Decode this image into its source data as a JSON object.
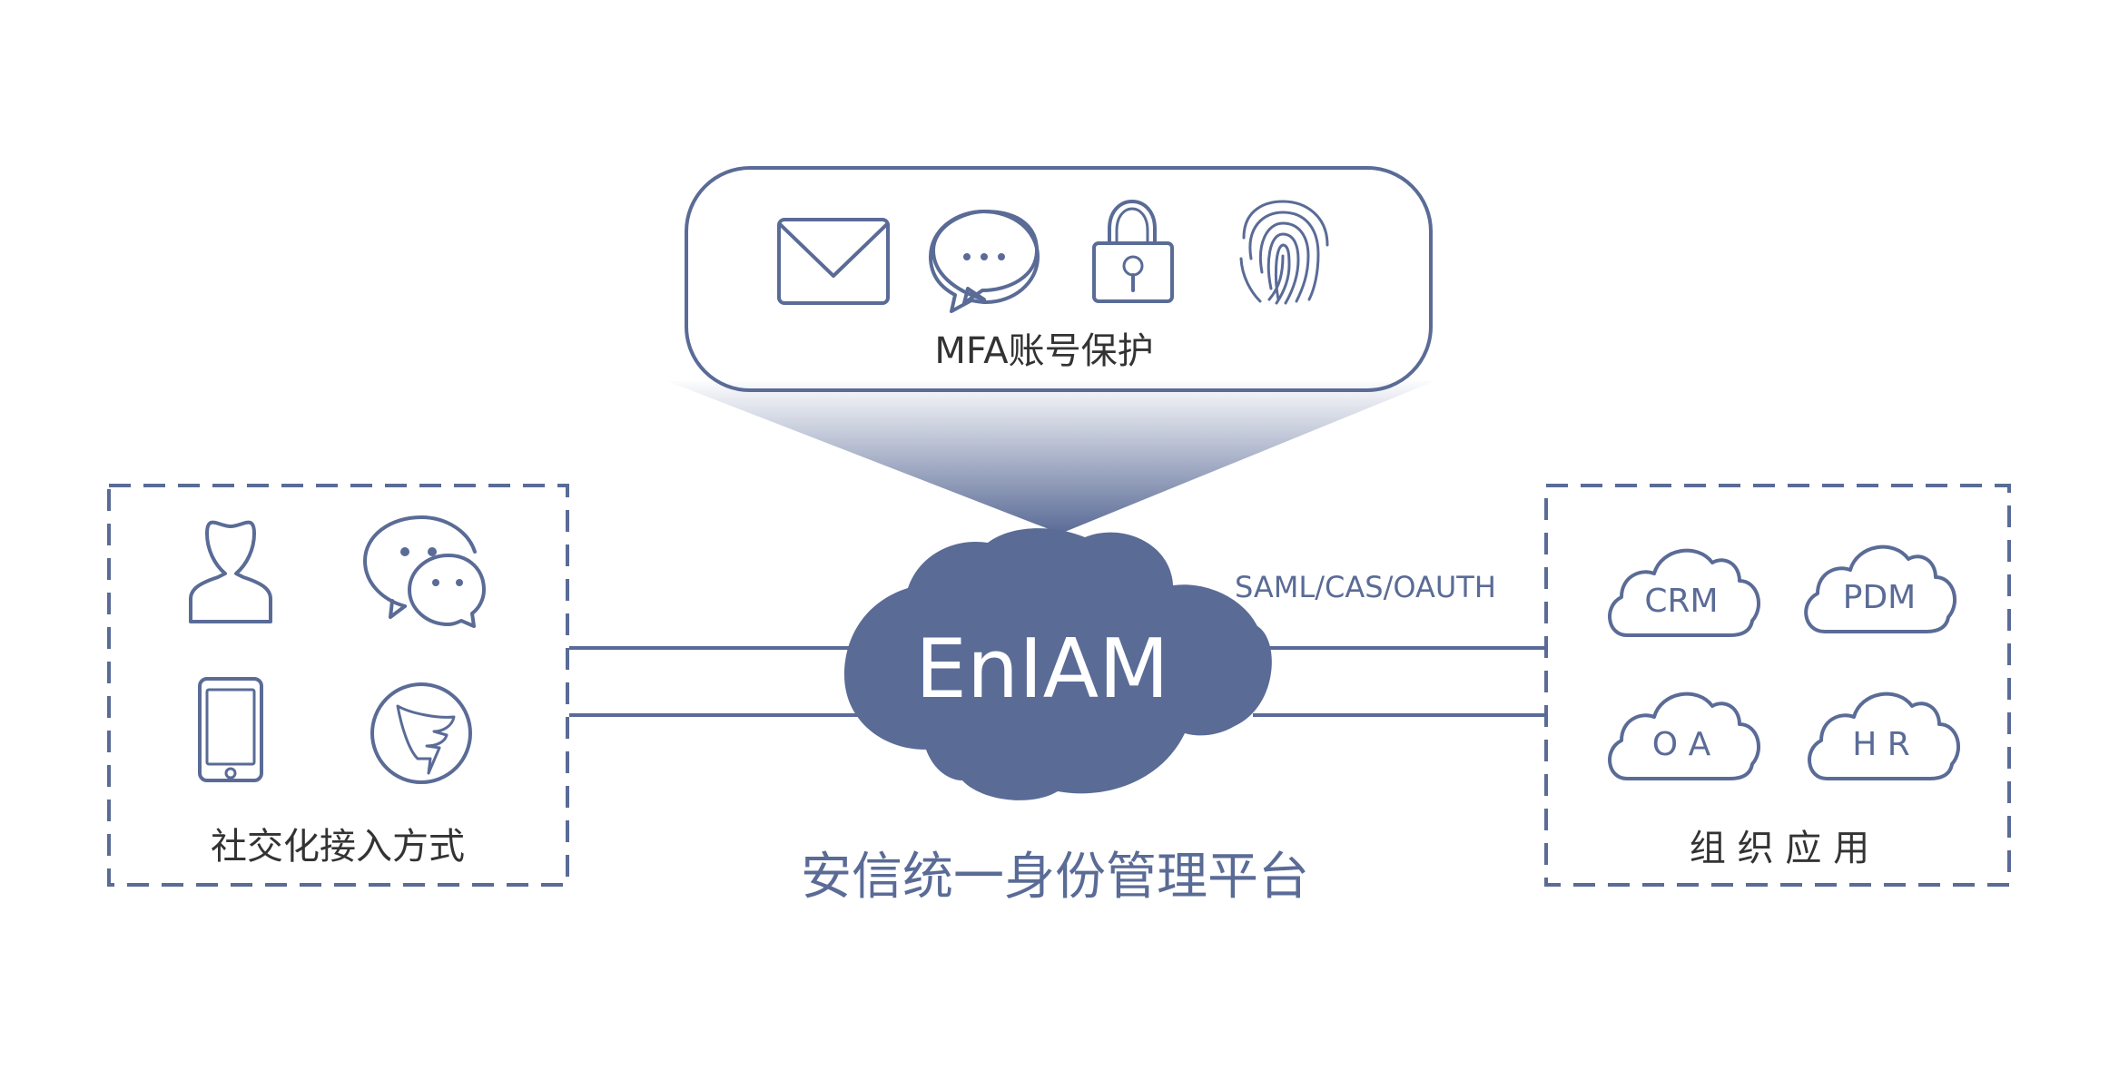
{
  "colors": {
    "accent": "#5a6b96",
    "text": "#333333",
    "background": "#ffffff"
  },
  "mfa": {
    "label": "MFA账号保护",
    "icons": [
      "envelope-icon",
      "chat-bubble-icon",
      "padlock-icon",
      "fingerprint-icon"
    ]
  },
  "core": {
    "name": "EnIAM",
    "caption": "安信统一身份管理平台",
    "protocols": "SAML/CAS/OAUTH"
  },
  "social": {
    "label": "社交化接入方式",
    "icons": [
      "user-icon",
      "wechat-icon",
      "mobile-phone-icon",
      "dingtalk-icon"
    ]
  },
  "apps": {
    "label": "组 织 应 用",
    "items": [
      "CRM",
      "PDM",
      "O A",
      "H R"
    ]
  }
}
